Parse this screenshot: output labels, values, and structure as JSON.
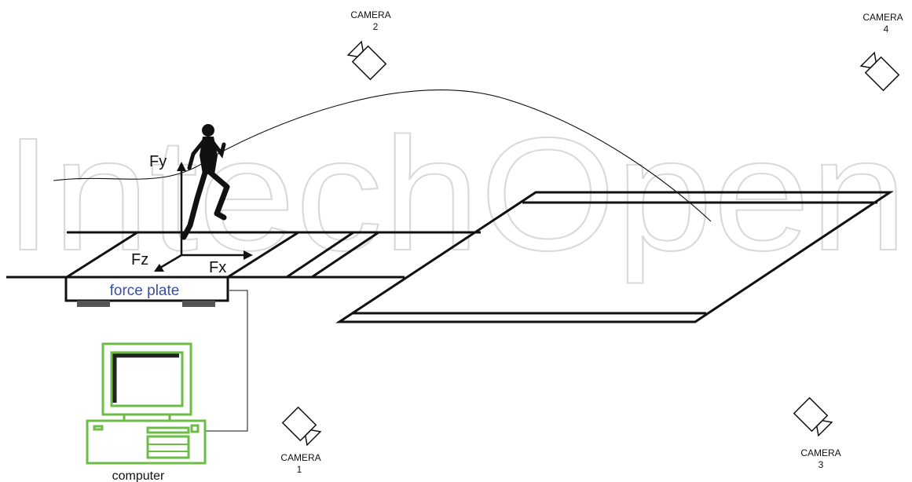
{
  "watermark": {
    "text": "IntechOpen",
    "color": "#d9d9d9"
  },
  "cameras": [
    {
      "label_top": "CAMERA",
      "label_num": "2"
    },
    {
      "label_top": "CAMERA",
      "label_num": "4"
    },
    {
      "label_top": "CAMERA",
      "label_num": "1"
    },
    {
      "label_top": "CAMERA",
      "label_num": "3"
    }
  ],
  "forces": {
    "fy": "Fy",
    "fx": "Fx",
    "fz": "Fz"
  },
  "force_plate": {
    "label": "force plate",
    "label_color": "#3a4fa0"
  },
  "computer": {
    "label": "computer",
    "color": "#6cbd45"
  },
  "colors": {
    "lines": "#111111",
    "runner": "#111111"
  }
}
